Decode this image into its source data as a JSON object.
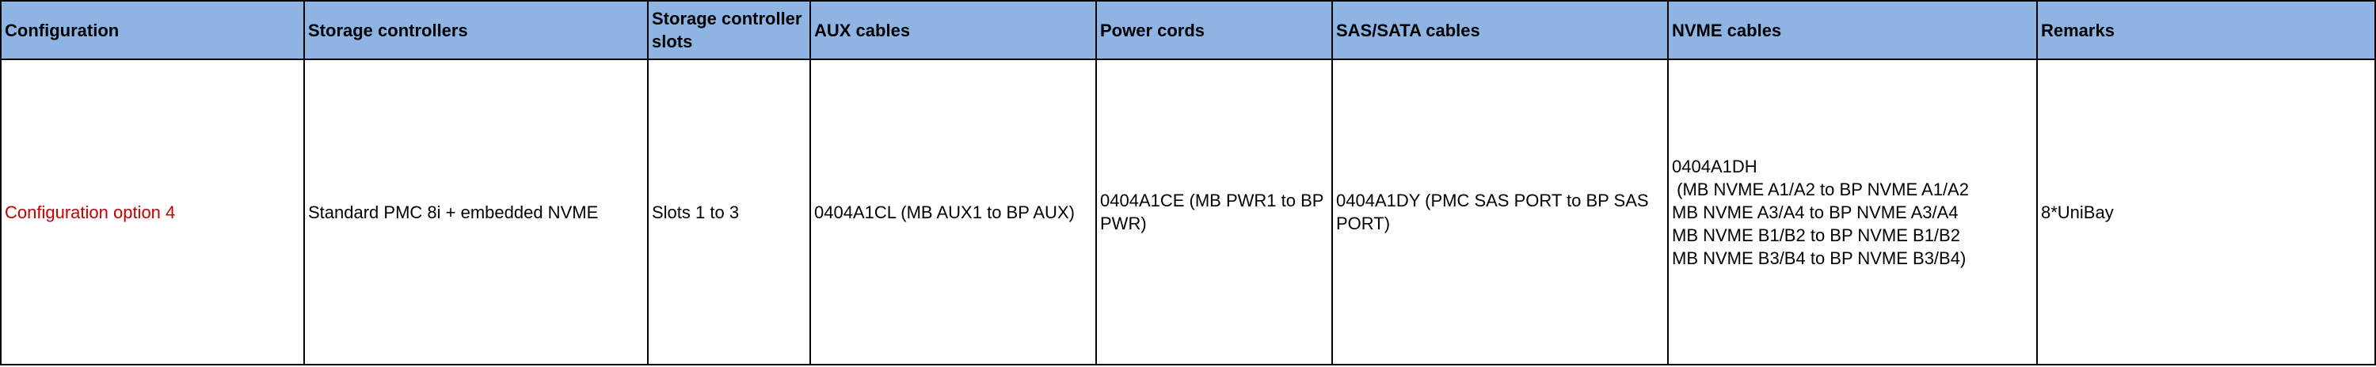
{
  "colors": {
    "header_bg": "#8db4e2",
    "border": "#000000",
    "option_text": "#c00000"
  },
  "headers": [
    "Configuration",
    "Storage controllers",
    "Storage controller slots",
    "AUX cables",
    "Power cords",
    "SAS/SATA cables",
    "NVME cables",
    "Remarks"
  ],
  "rows": [
    {
      "configuration": "Configuration option 4",
      "storage_controllers": "Standard PMC 8i + embedded NVME",
      "slots": "Slots 1 to 3",
      "aux_cables": "0404A1CL (MB AUX1 to BP AUX)",
      "power_cords": "0404A1CE (MB PWR1 to BP PWR)",
      "sas_sata_cables": "0404A1DY (PMC SAS PORT to BP SAS PORT)",
      "nvme_cables": [
        "0404A1DH",
        " (MB NVME A1/A2 to BP NVME A1/A2",
        "MB NVME A3/A4 to BP NVME A3/A4",
        "MB NVME B1/B2 to BP NVME B1/B2",
        "MB NVME B3/B4 to BP NVME B3/B4)"
      ],
      "remarks": "8*UniBay"
    }
  ]
}
